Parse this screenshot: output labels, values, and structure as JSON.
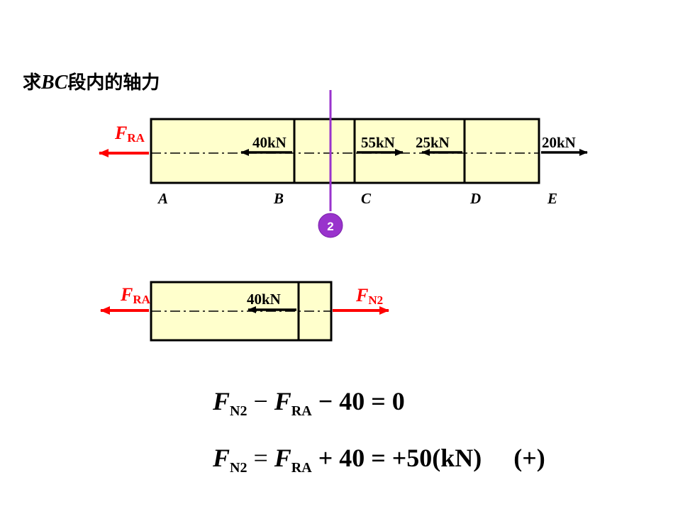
{
  "title": {
    "prefix": "求",
    "italic": "BC",
    "suffix": "段内的轴力"
  },
  "upper": {
    "reaction": {
      "symbol": "F",
      "sub": "RA"
    },
    "loads": [
      "40kN",
      "55kN",
      "25kN",
      "20kN"
    ],
    "points": [
      "A",
      "B",
      "C",
      "D",
      "E"
    ],
    "section_number": "2"
  },
  "lower": {
    "reaction": {
      "symbol": "F",
      "sub": "RA"
    },
    "load": "40kN",
    "internal": {
      "symbol": "F",
      "sub": "N2"
    }
  },
  "equations": {
    "eq1": {
      "f1": "F",
      "s1": "N2",
      "op1": "−",
      "f2": "F",
      "s2": "RA",
      "rest": "− 40 = 0"
    },
    "eq2": {
      "f1": "F",
      "s1": "N2",
      "op1": "=",
      "f2": "F",
      "s2": "RA",
      "rest": "+ 40 = +50(kN)",
      "sign": "(+)"
    }
  },
  "colors": {
    "bar_fill": "#ffffcc",
    "force_red": "#ff0000",
    "section_purple": "#9933cc"
  }
}
